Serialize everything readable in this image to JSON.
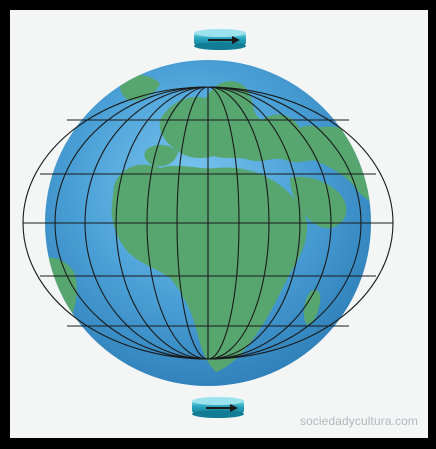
{
  "watermark": "sociedadycultura.com",
  "diagram": {
    "subject": "globe-rotation-projection",
    "rotation_arrows": [
      "top",
      "bottom"
    ],
    "colors": {
      "ocean": "#4aa0d6",
      "land": "#58a66f",
      "grid": "#1a1a1a",
      "arrow_cylinder": "#2ba7c0",
      "background": "#f4f5f5",
      "frame": "#000000"
    }
  }
}
